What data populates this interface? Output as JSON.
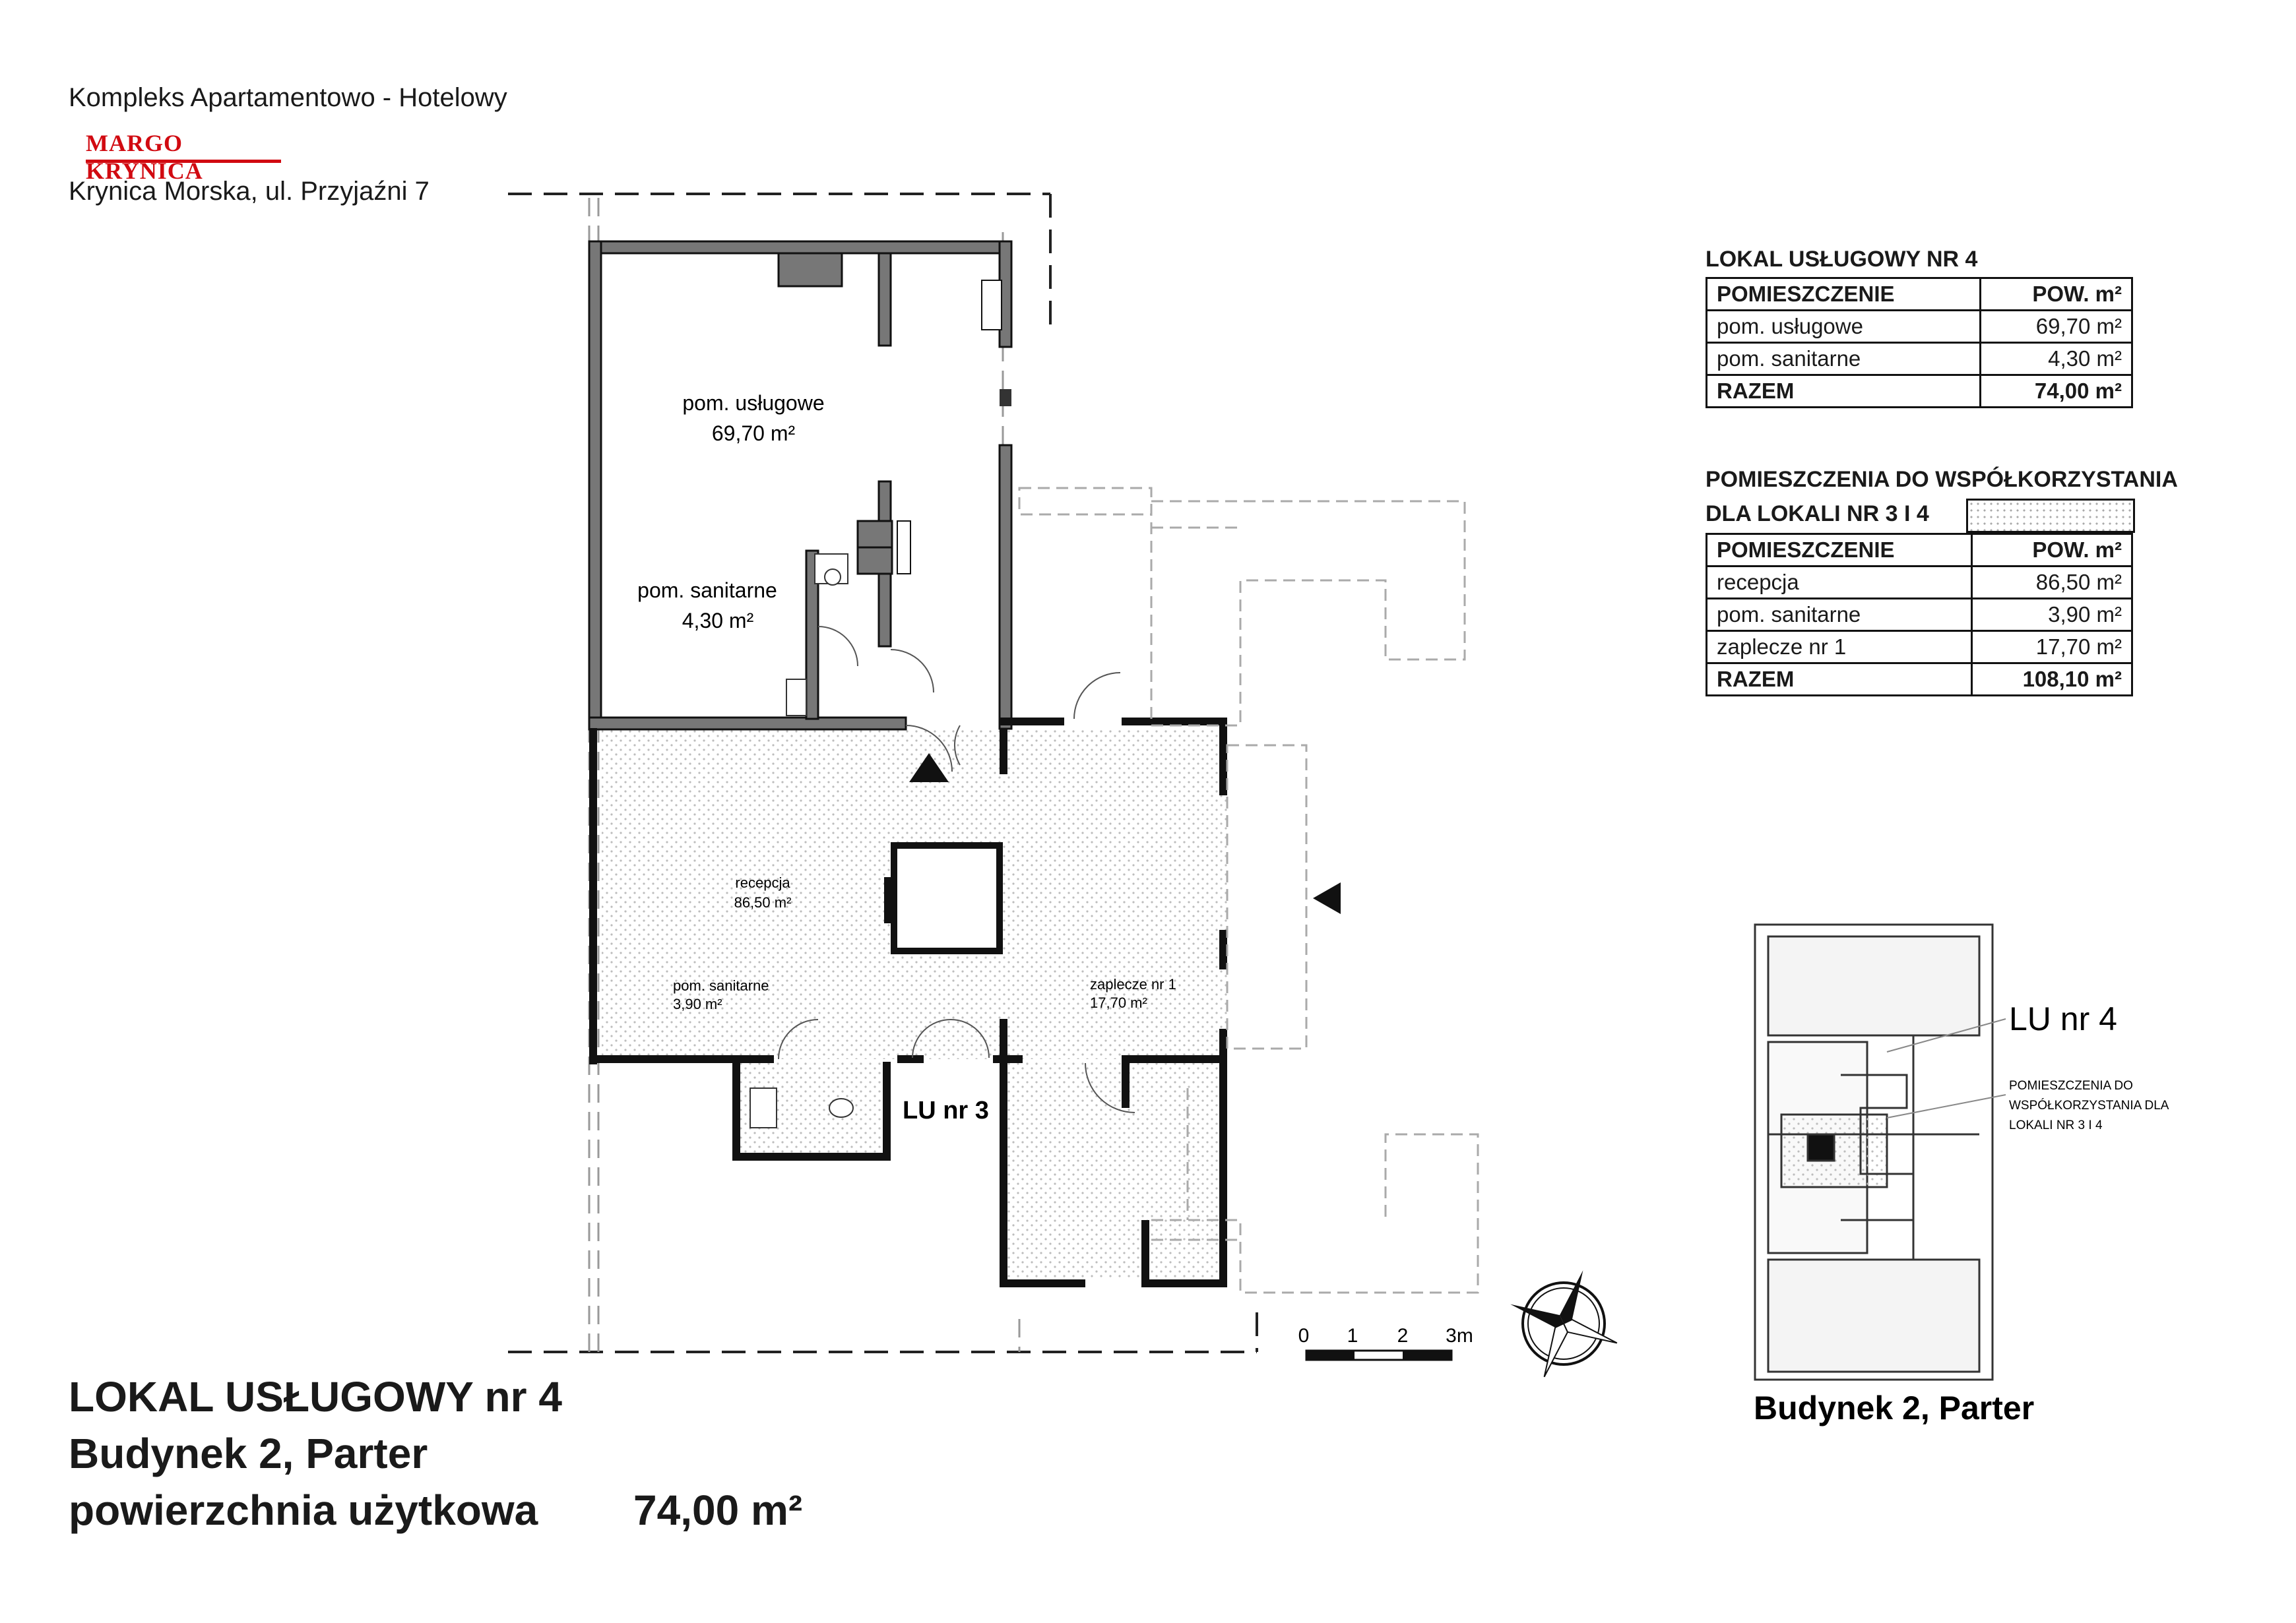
{
  "header": {
    "line1": "Kompleks Apartamentowo - Hotelowy",
    "logo": "MARGO KRYNICA",
    "line2": "Krynica Morska, ul. Przyjaźni 7"
  },
  "title": {
    "line1": "LOKAL USŁUGOWY nr 4",
    "line2": "Budynek 2, Parter",
    "line3_label": "powierzchnia użytkowa",
    "line3_value": "74,00 m²"
  },
  "plan": {
    "room1_name": "pom. usługowe",
    "room1_area": "69,70 m²",
    "room2_name": "pom. sanitarne",
    "room2_area": "4,30 m²",
    "reception_name": "recepcja",
    "reception_area": "86,50 m²",
    "san_name": "pom. sanitarne",
    "san_area": "3,90 m²",
    "back_name": "zaplecze nr 1",
    "back_area": "17,70 m²",
    "lu3": "LU nr 3",
    "scale": [
      "0",
      "1",
      "2",
      "3m"
    ]
  },
  "table1": {
    "title": "LOKAL USŁUGOWY NR 4",
    "headers": [
      "POMIESZCZENIE",
      "POW. m²"
    ],
    "rows": [
      [
        "pom. usługowe",
        "69,70 m²"
      ],
      [
        "pom. sanitarne",
        "4,30 m²"
      ]
    ],
    "total": [
      "RAZEM",
      "74,00 m²"
    ]
  },
  "table2": {
    "title_line1": "POMIESZCZENIA DO WSPÓŁKORZYSTANIA",
    "title_line2": "DLA LOKALI NR 3 I 4",
    "headers": [
      "POMIESZCZENIE",
      "POW. m²"
    ],
    "rows": [
      [
        "recepcja",
        "86,50 m²"
      ],
      [
        "pom. sanitarne",
        "3,90 m²"
      ],
      [
        "zaplecze nr 1",
        "17,70 m²"
      ]
    ],
    "total": [
      "RAZEM",
      "108,10 m²"
    ]
  },
  "keyplan": {
    "lu4": "LU nr 4",
    "note": [
      "POMIESZCZENIA DO",
      "WSPÓŁKORZYSTANIA DLA",
      "LOKALI NR 3 I 4"
    ],
    "caption": "Budynek 2, Parter"
  },
  "colors": {
    "logo_red": "#d10a11",
    "wall_gray": "#777777"
  }
}
